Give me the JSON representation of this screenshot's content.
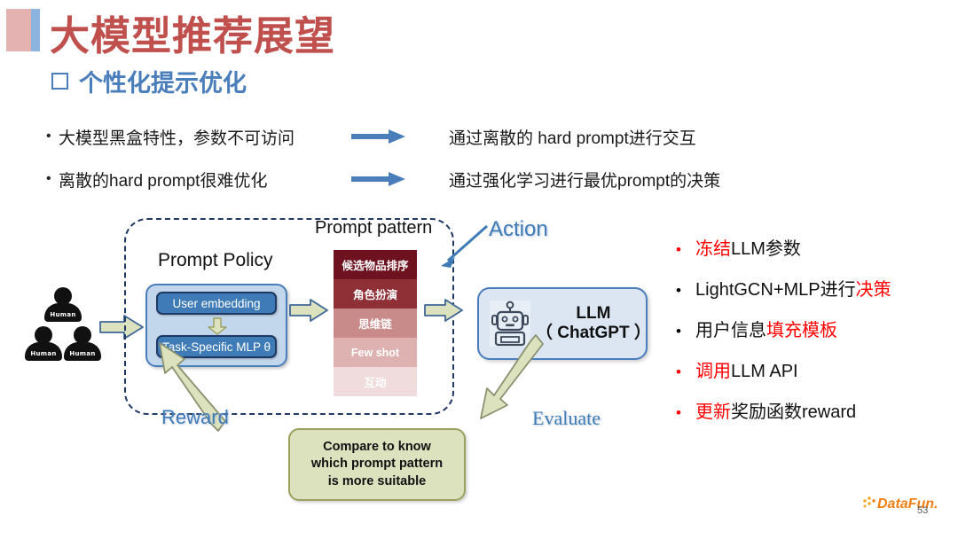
{
  "header": {
    "title": "大模型推荐展望",
    "subtitle": "个性化提示优化",
    "accent_pink": "#E5B2B2",
    "accent_blue": "#8CB4DE",
    "title_color": "#C0504D",
    "subtitle_color": "#4A7EBB"
  },
  "top_bullets": [
    {
      "bullet": "•",
      "left": "大模型黑盒特性，参数不可访问",
      "right": "通过离散的 hard prompt进行交互"
    },
    {
      "bullet": "•",
      "left": "离散的hard prompt很难优化",
      "right": "通过强化学习进行最优prompt的决策"
    }
  ],
  "diagram": {
    "humans": [
      {
        "label": "Human"
      },
      {
        "label": "Human"
      },
      {
        "label": "Human"
      }
    ],
    "dashed_container_label": "",
    "prompt_pattern_title": "Prompt pattern",
    "prompt_policy_title": "Prompt Policy",
    "policy_boxes": [
      {
        "label": "User embedding"
      },
      {
        "label": "Task-Specific MLP θ"
      }
    ],
    "pattern_bands": [
      {
        "label": "候选物品排序",
        "color": "#6E1220",
        "text_color": "#FFFFFF"
      },
      {
        "label": "角色扮演",
        "color": "#8F3036",
        "text_color": "#FFFFFF"
      },
      {
        "label": "思维链",
        "color": "#C98A8A",
        "text_color": "#FFFFFF"
      },
      {
        "label": "Few shot",
        "color": "#DFB2B2",
        "text_color": "#FFFFFF"
      },
      {
        "label": "互动",
        "color": "#F0DCDC",
        "text_color": "#FFFFFF"
      }
    ],
    "llm": {
      "line1": "LLM",
      "line2": "（ ChatGPT ）",
      "icon": "robot-icon"
    },
    "flow_labels": {
      "action": "Action",
      "reward": "Reward",
      "evaluate": "Evaluate",
      "color": "#3F7BB6"
    },
    "compare_box": {
      "line1": "Compare to know",
      "line2": "which prompt pattern",
      "line3": "is more suitable",
      "color": "#DDE2BE"
    }
  },
  "right_bullets": [
    {
      "bullet": "•",
      "bullet_red": true,
      "parts": [
        {
          "t": "冻结",
          "red": true
        },
        {
          "t": "LLM参数",
          "red": false
        }
      ]
    },
    {
      "bullet": "•",
      "bullet_red": false,
      "parts": [
        {
          "t": "LightGCN+MLP进行",
          "red": false
        },
        {
          "t": "决策",
          "red": true
        }
      ]
    },
    {
      "bullet": "•",
      "bullet_red": false,
      "parts": [
        {
          "t": "用户信息",
          "red": false
        },
        {
          "t": "填充模板",
          "red": true
        }
      ]
    },
    {
      "bullet": "•",
      "bullet_red": true,
      "parts": [
        {
          "t": "调用",
          "red": true
        },
        {
          "t": "LLM API",
          "red": false
        }
      ]
    },
    {
      "bullet": "•",
      "bullet_red": true,
      "parts": [
        {
          "t": "更新",
          "red": true
        },
        {
          "t": "奖励函数reward",
          "red": false
        }
      ]
    }
  ],
  "footer": {
    "logo_text": "DataFun.",
    "logo_color": "#F07F13",
    "page_number": "53"
  }
}
